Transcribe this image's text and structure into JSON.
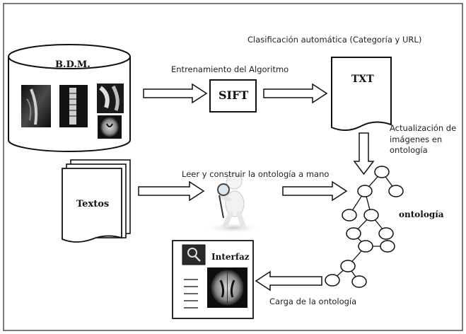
{
  "labels": {
    "bdm": "B.D.M.",
    "sift": "SIFT",
    "txt": "TXT",
    "textos": "Textos",
    "ontologia_node": "ontología",
    "interfaz": "Interfaz",
    "clasificacion": "Clasificación automática (Categoría y URL)",
    "entrenamiento": "Entrenamiento del Algoritmo",
    "leer": "Leer y construir la ontología a mano",
    "actualizacion": "Actualización de imágenes en ontología",
    "carga": "Carga de la ontología"
  },
  "colors": {
    "stroke": "#111111",
    "node_fill": "#ffffff",
    "scan_dark": "#1a1a1a",
    "scan_light": "#c8c8c8",
    "figure_white": "#f2f2f2"
  }
}
